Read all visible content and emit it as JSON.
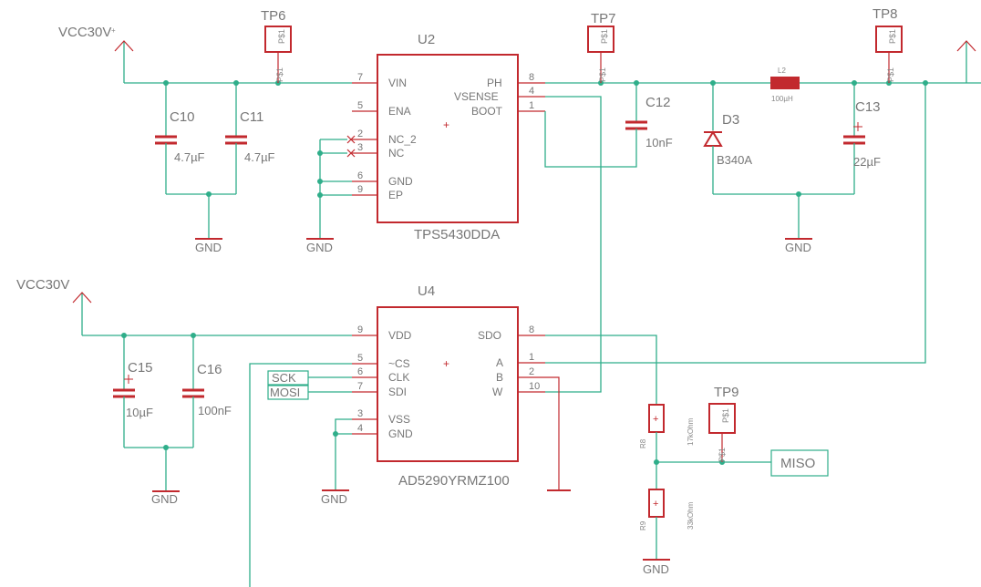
{
  "power": {
    "vcc_top": "VCC30V",
    "vcc_mid": "VCC30V",
    "gnd": "GND"
  },
  "chips": {
    "u2": {
      "ref": "U2",
      "value": "TPS5430DDA",
      "left_pins": [
        {
          "num": "7",
          "name": "VIN"
        },
        {
          "num": "5",
          "name": "ENA"
        },
        {
          "num": "2",
          "name": "NC_2"
        },
        {
          "num": "3",
          "name": "NC"
        },
        {
          "num": "6",
          "name": "GND"
        },
        {
          "num": "9",
          "name": "EP"
        }
      ],
      "right_pins": [
        {
          "num": "8",
          "name": "PH"
        },
        {
          "num": "4",
          "name": "VSENSE"
        },
        {
          "num": "1",
          "name": "BOOT"
        }
      ]
    },
    "u4": {
      "ref": "U4",
      "value": "AD5290YRMZ100",
      "left_pins": [
        {
          "num": "9",
          "name": "VDD"
        },
        {
          "num": "5",
          "name": "~CS"
        },
        {
          "num": "6",
          "name": "CLK"
        },
        {
          "num": "7",
          "name": "SDI"
        },
        {
          "num": "3",
          "name": "VSS"
        },
        {
          "num": "4",
          "name": "GND"
        }
      ],
      "right_pins": [
        {
          "num": "8",
          "name": "SDO"
        },
        {
          "num": "1",
          "name": "A"
        },
        {
          "num": "2",
          "name": "B"
        },
        {
          "num": "10",
          "name": "W"
        }
      ]
    }
  },
  "caps": {
    "c10": {
      "ref": "C10",
      "value": "4.7µF"
    },
    "c11": {
      "ref": "C11",
      "value": "4.7µF"
    },
    "c12": {
      "ref": "C12",
      "value": "10nF"
    },
    "c13": {
      "ref": "C13",
      "value": "22µF"
    },
    "c15": {
      "ref": "C15",
      "value": "10µF"
    },
    "c16": {
      "ref": "C16",
      "value": "100nF"
    }
  },
  "diode": {
    "ref": "D3",
    "value": "B340A"
  },
  "inductor": {
    "ref": "L2",
    "value": "100µH"
  },
  "resistors": {
    "r8": {
      "ref": "R8",
      "value": "17kOhm"
    },
    "r9": {
      "ref": "R9",
      "value": "33kOhm"
    }
  },
  "testpoints": {
    "tp6": "TP6",
    "tp7": "TP7",
    "tp8": "TP8",
    "tp9": "TP9",
    "pad": "P$1"
  },
  "ports": {
    "sck": "SCK",
    "mosi": "MOSI",
    "miso": "MISO"
  }
}
